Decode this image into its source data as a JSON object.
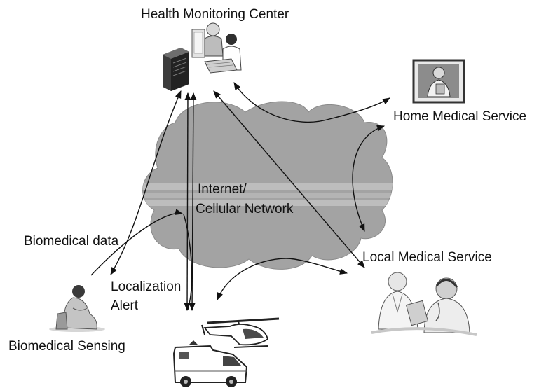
{
  "diagram": {
    "center_label": "Health Monitoring Center",
    "home_label": "Home Medical Service",
    "local_label": "Local Medical Service",
    "network_line1": "Internet/",
    "network_line2": "Cellular Network",
    "biomedical_data_label": "Biomedical data",
    "localization_label": "Localization",
    "alert_label": "Alert",
    "sensing_label": "Biomedical Sensing"
  },
  "colors": {
    "cloud": "#a3a3a3",
    "cloud_band": "#bdbdbd",
    "line": "#111111"
  }
}
